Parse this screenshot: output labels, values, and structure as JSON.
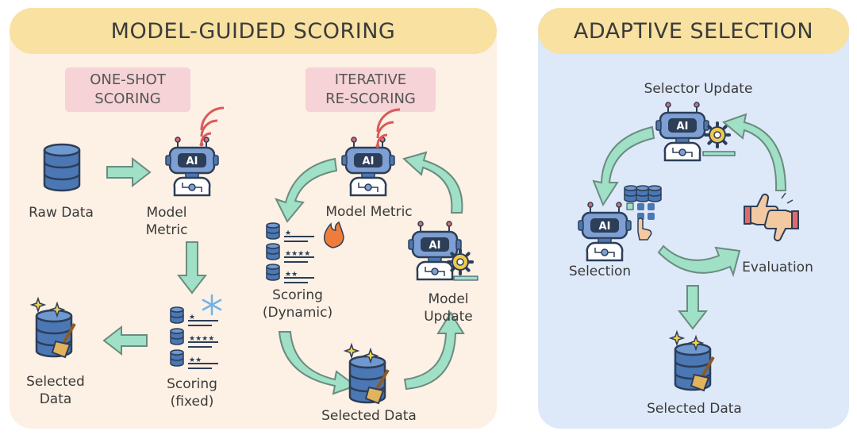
{
  "left_panel": {
    "title": "MODEL-GUIDED SCORING",
    "one_shot": {
      "tag": "ONE-SHOT\nSCORING",
      "raw_data": "Raw Data",
      "model_metric": "Model\nMetric",
      "scoring": "Scoring\n(fixed)",
      "selected_data": "Selected\nData"
    },
    "iterative": {
      "tag": "ITERATIVE\nRE-SCORING",
      "model_metric": "Model Metric",
      "scoring": "Scoring\n(Dynamic)",
      "model_update": "Model\nUpdate",
      "selected_data": "Selected Data"
    }
  },
  "right_panel": {
    "title": "ADAPTIVE SELECTION",
    "selector_update": "Selector Update",
    "selection": "Selection",
    "evaluation": "Evaluation",
    "selected_data": "Selected Data"
  },
  "robot_text": "AI",
  "colors": {
    "left_bg": "#fdf0e4",
    "right_bg": "#dde9f9",
    "banner": "#f8e1a1",
    "arrow": "#9fe0c6",
    "db_blue": "#4b78b4",
    "robot_blue": "#7e9fd3"
  }
}
